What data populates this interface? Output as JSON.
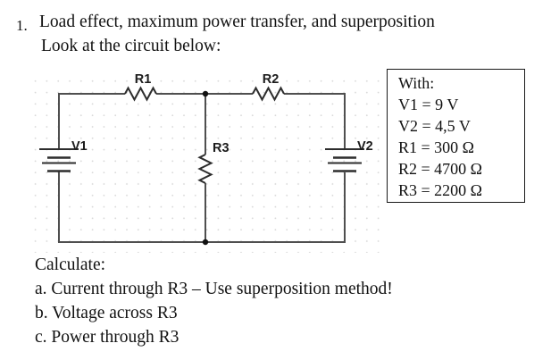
{
  "page": {
    "item_number": "1.",
    "title": "Load effect, maximum power transfer, and superposition",
    "intro": "Look at the circuit below:"
  },
  "circuit": {
    "labels": {
      "r1": "R1",
      "r2": "R2",
      "r3": "R3",
      "v1": "V1",
      "v2": "V2"
    }
  },
  "given_box": {
    "heading": "With:",
    "values": [
      "V1 = 9 V",
      "V2 = 4,5 V",
      "R1 = 300 Ω",
      "R2 = 4700 Ω",
      "R3 = 2200 Ω"
    ]
  },
  "tasks": {
    "heading": "Calculate:",
    "items": [
      "a. Current through R3 – Use superposition method!",
      "b. Voltage across R3",
      "c. Power through R3"
    ]
  },
  "colors": {
    "wire": "#4f4f4f",
    "component": "#2d2d2d",
    "node": "#111111",
    "grid_dot": "#d8d8d8",
    "text": "#111111"
  }
}
